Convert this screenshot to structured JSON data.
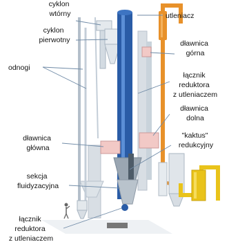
{
  "colors": {
    "blue": "#2a5ca6",
    "orange": "#e8912a",
    "yellow": "#e9c31a",
    "pink": "#f2c9c6",
    "steel": "#c9d3db",
    "callout_line": "#8aa0b8"
  },
  "labels": {
    "cyklon_wtorny": [
      "cyklon",
      "wtórny"
    ],
    "utleniacz": [
      "utleniacz"
    ],
    "cyklon_pierwotny": [
      "cyklon",
      "pierwotny"
    ],
    "dlawnica_gorna": [
      "dławnica",
      "górna"
    ],
    "odnogi": [
      "odnogi"
    ],
    "lacznik_top": [
      "łącznik",
      "reduktora",
      "z utleniaczem"
    ],
    "dlawnica_dolna": [
      "dławnica",
      "dolna"
    ],
    "dlawnica_glowna": [
      "dławnica",
      "główna"
    ],
    "kaktus": [
      "\"kaktus\"",
      "redukcyjny"
    ],
    "sekcja": [
      "sekcja",
      "fluidyzacyjna"
    ],
    "lacznik_bottom": [
      "łącznik",
      "reduktora",
      "z utleniaczem"
    ]
  }
}
